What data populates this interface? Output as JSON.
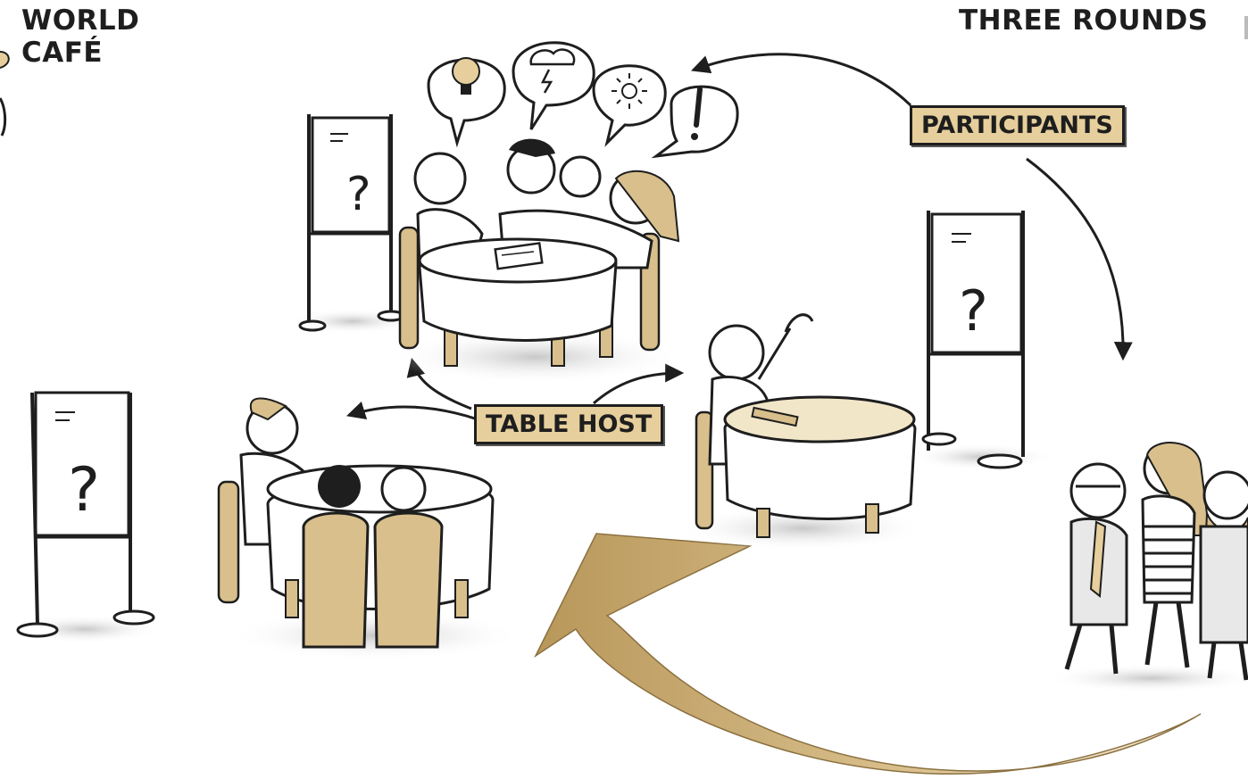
{
  "header": {
    "title_line1": "WORLD",
    "title_line2": "CAFÉ",
    "subtitle": "THREE ROUNDS"
  },
  "labels": {
    "participants": "PARTICIPANTS",
    "table_host": "TABLE HOST"
  },
  "flipchart_mark": "?",
  "colors": {
    "accent_beige": "#e6cf9c",
    "arrow_gold": "#b99a5a",
    "ink": "#1e1e1e",
    "chair_wood": "#d8bf8c",
    "shadow": "#cfcfcf",
    "background": "#ffffff"
  },
  "icons": [
    "lightbulb-icon",
    "cloud-lightning-icon",
    "sun-icon",
    "exclamation-icon"
  ]
}
